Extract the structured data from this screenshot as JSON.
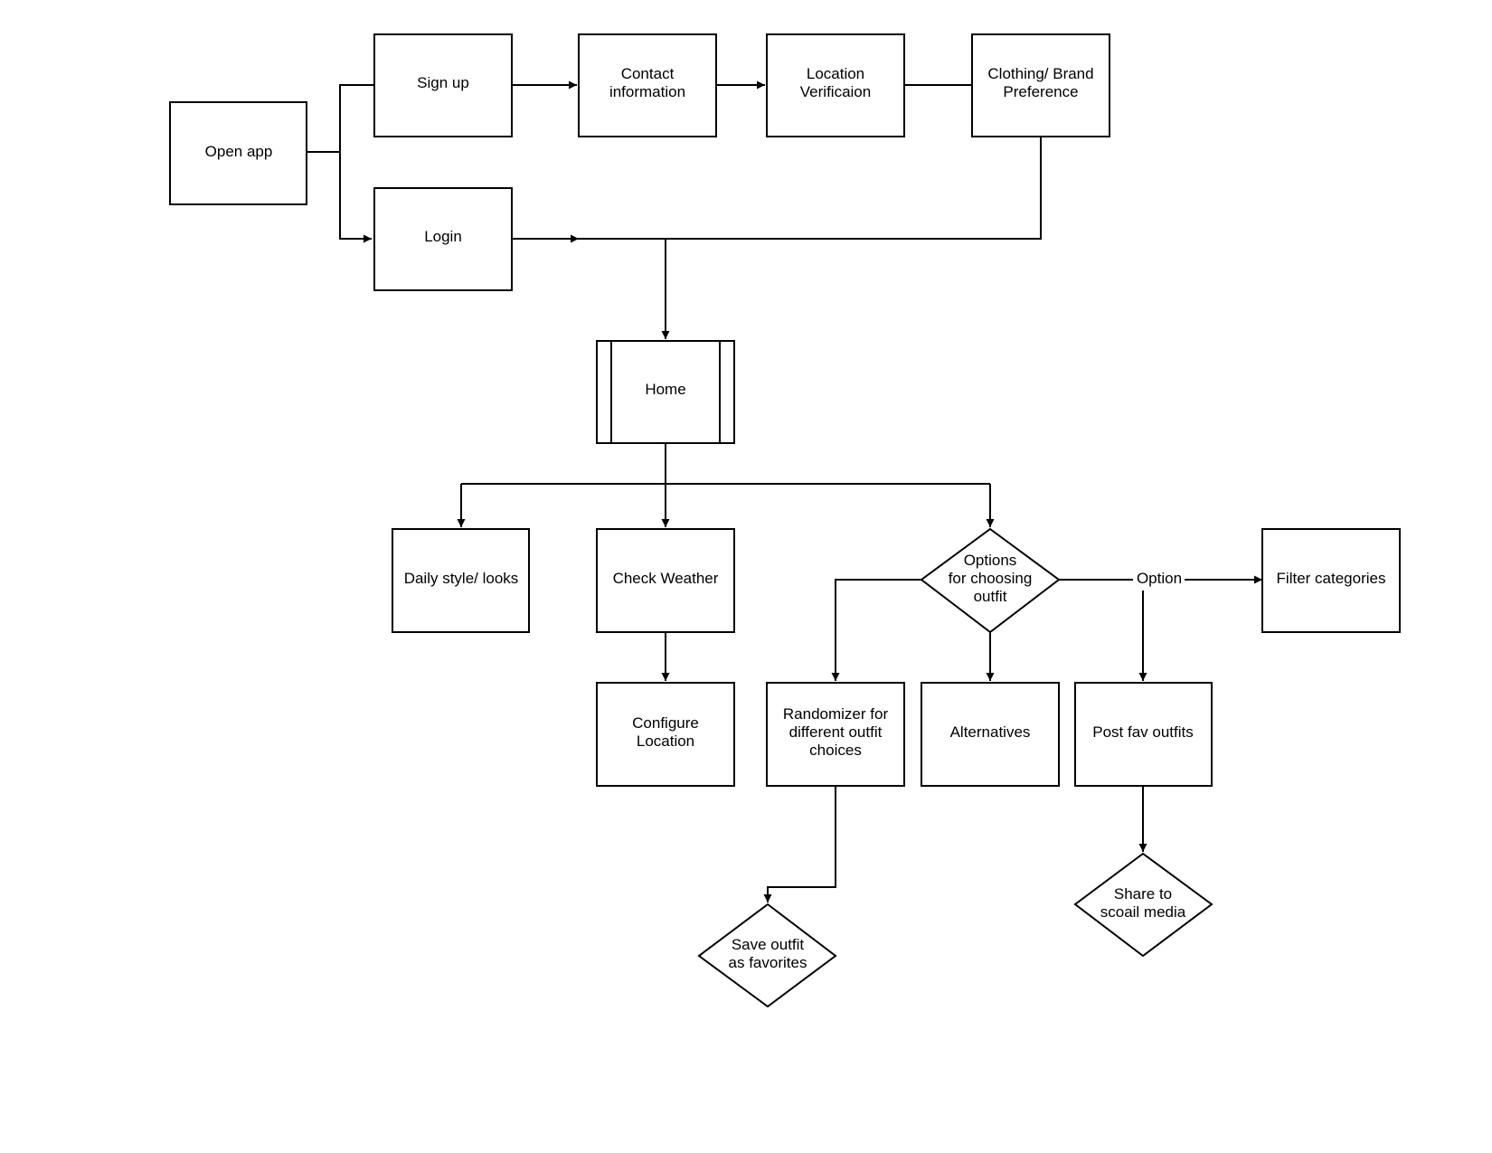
{
  "diagram": {
    "nodes": {
      "open_app": [
        "Open app"
      ],
      "sign_up": [
        "Sign up"
      ],
      "login": [
        "Login"
      ],
      "contact_information": [
        "Contact",
        "information"
      ],
      "location_verification": [
        "Location",
        "Verificaion"
      ],
      "clothing_brand_preference": [
        "Clothing/ Brand",
        "Preference"
      ],
      "home": [
        "Home"
      ],
      "daily_style_looks": [
        "Daily style/ looks"
      ],
      "check_weather": [
        "Check Weather"
      ],
      "configure_location": [
        "Configure",
        "Location"
      ],
      "options_for_choosing_outfit": [
        "Options",
        "for choosing",
        "outfit"
      ],
      "filter_categories": [
        "Filter categories"
      ],
      "randomizer": [
        "Randomizer for",
        "different outfit",
        "choices"
      ],
      "alternatives": [
        "Alternatives"
      ],
      "post_fav_outfits": [
        "Post fav outfits"
      ],
      "save_outfit_as_favorites": [
        "Save outfit",
        "as favorites"
      ],
      "share_to_social_media": [
        "Share to",
        "scoail media"
      ]
    },
    "edge_labels": {
      "option": "Option"
    }
  }
}
